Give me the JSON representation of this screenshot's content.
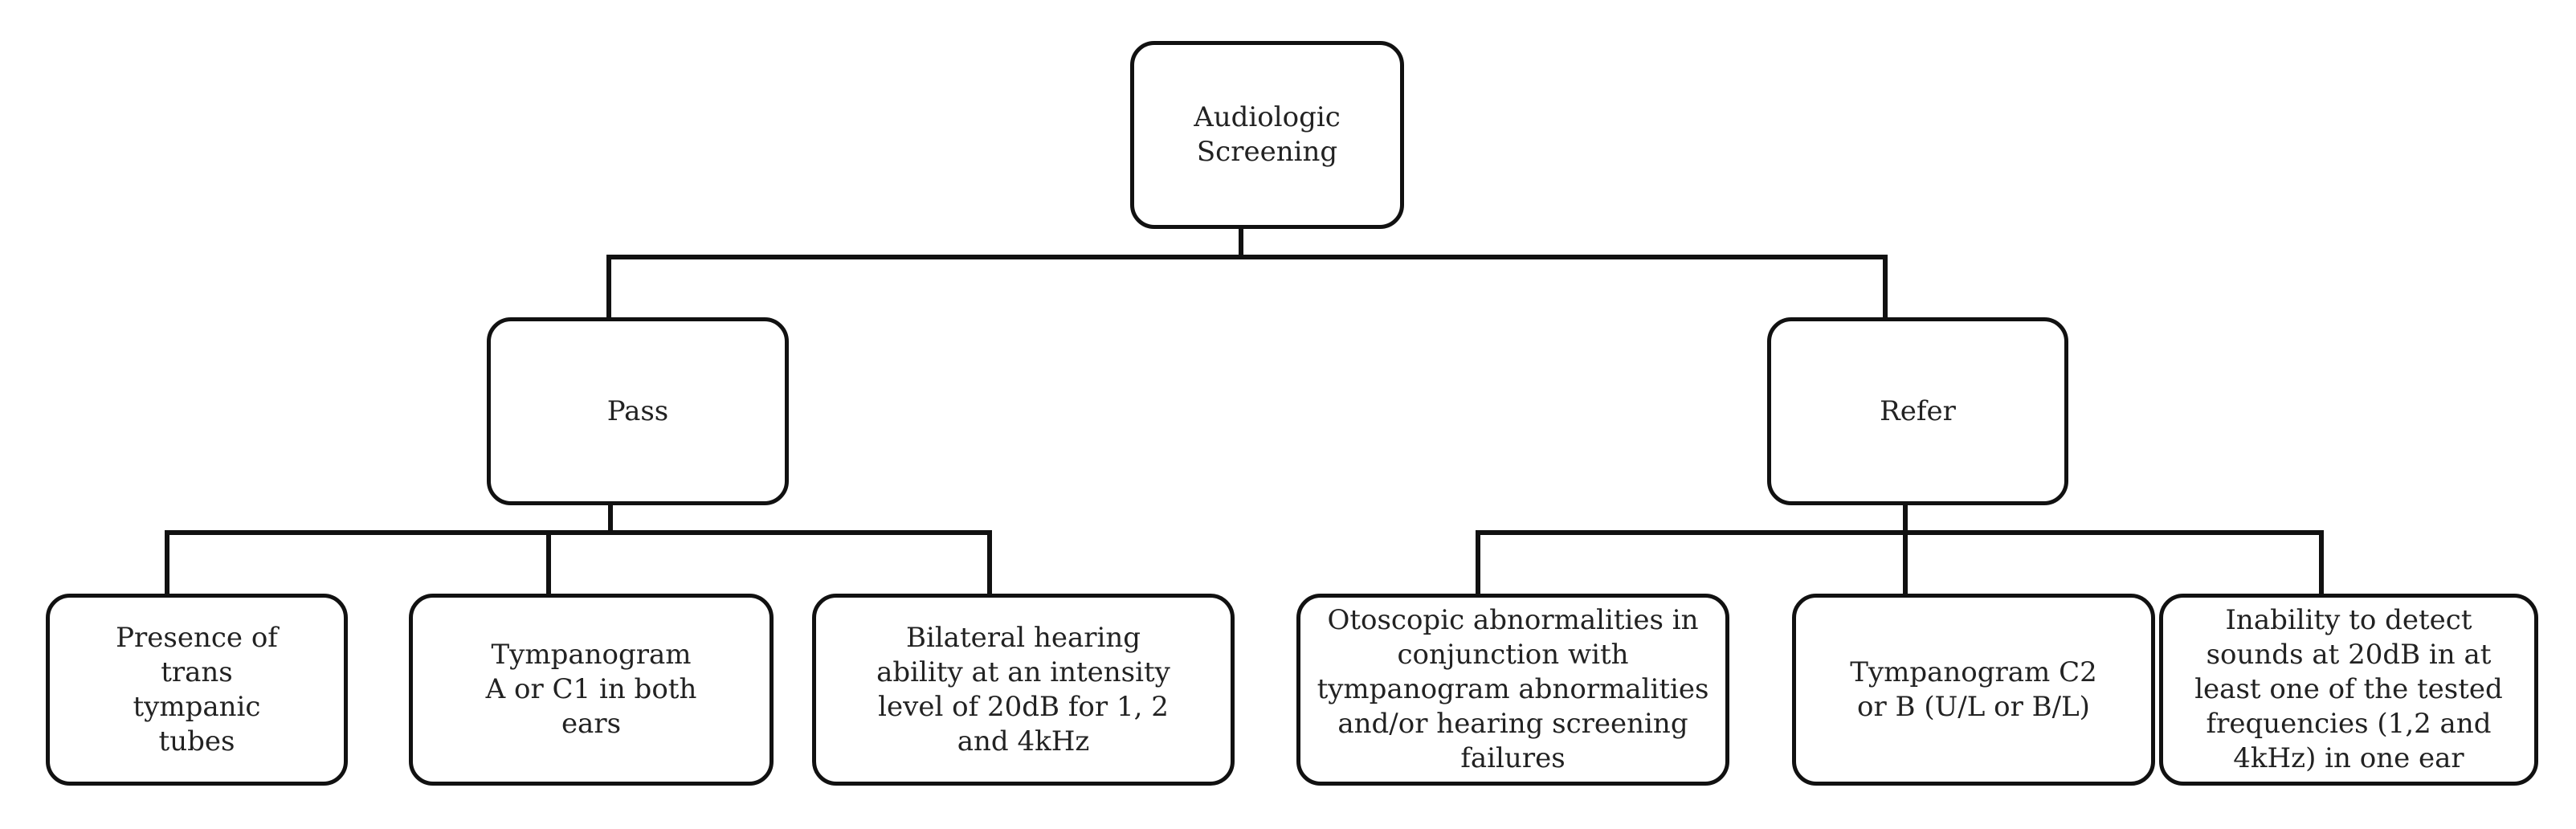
{
  "diagram": {
    "root": {
      "label": "Audiologic\nScreening"
    },
    "pass": {
      "label": "Pass",
      "children": [
        {
          "label": "Presence of\ntrans\ntympanic\ntubes"
        },
        {
          "label": "Tympanogram\nA or C1 in both\nears"
        },
        {
          "label": "Bilateral hearing\nability at an intensity\nlevel of 20dB for 1, 2\nand 4kHz"
        }
      ]
    },
    "refer": {
      "label": "Refer",
      "children": [
        {
          "label": "Otoscopic abnormalities in\nconjunction with\ntympanogram abnormalities\nand/or hearing screening\nfailures"
        },
        {
          "label": "Tympanogram C2\nor B (U/L or B/L)"
        },
        {
          "label": "Inability to detect\nsounds at 20dB in at\nleast one of the tested\nfrequencies (1,2 and\n4kHz) in one ear"
        }
      ]
    },
    "colors": {
      "stroke": "#111111",
      "text": "#222222",
      "background": "#ffffff",
      "stub": "#d4d4d4"
    }
  }
}
